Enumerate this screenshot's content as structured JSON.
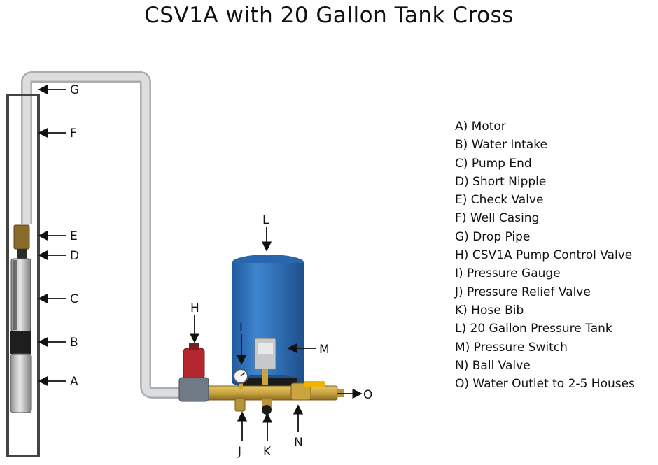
{
  "title": "CSV1A with 20 Gallon Tank Cross",
  "callouts": {
    "A": "A",
    "B": "B",
    "C": "C",
    "D": "D",
    "E": "E",
    "F": "F",
    "G": "G",
    "H": "H",
    "I": "I",
    "J": "J",
    "K": "K",
    "L": "L",
    "M": "M",
    "N": "N",
    "O": "O"
  },
  "legend": [
    "A) Motor",
    "B) Water Intake",
    "C) Pump End",
    "D) Short Nipple",
    "E) Check Valve",
    "F) Well Casing",
    "G) Drop Pipe",
    "H) CSV1A Pump Control Valve",
    "I) Pressure Gauge",
    "J) Pressure Relief Valve",
    "K) Hose Bib",
    "L) 20 Gallon Pressure Tank",
    "M) Pressure Switch",
    "N) Ball Valve",
    "O) Water Outlet to 2-5 Houses"
  ],
  "colors": {
    "tank": "#2f6fb8",
    "pipe": "#d2d4d6",
    "brass": "#c9a441",
    "valve_red": "#b3262e",
    "casing": "#444444"
  }
}
